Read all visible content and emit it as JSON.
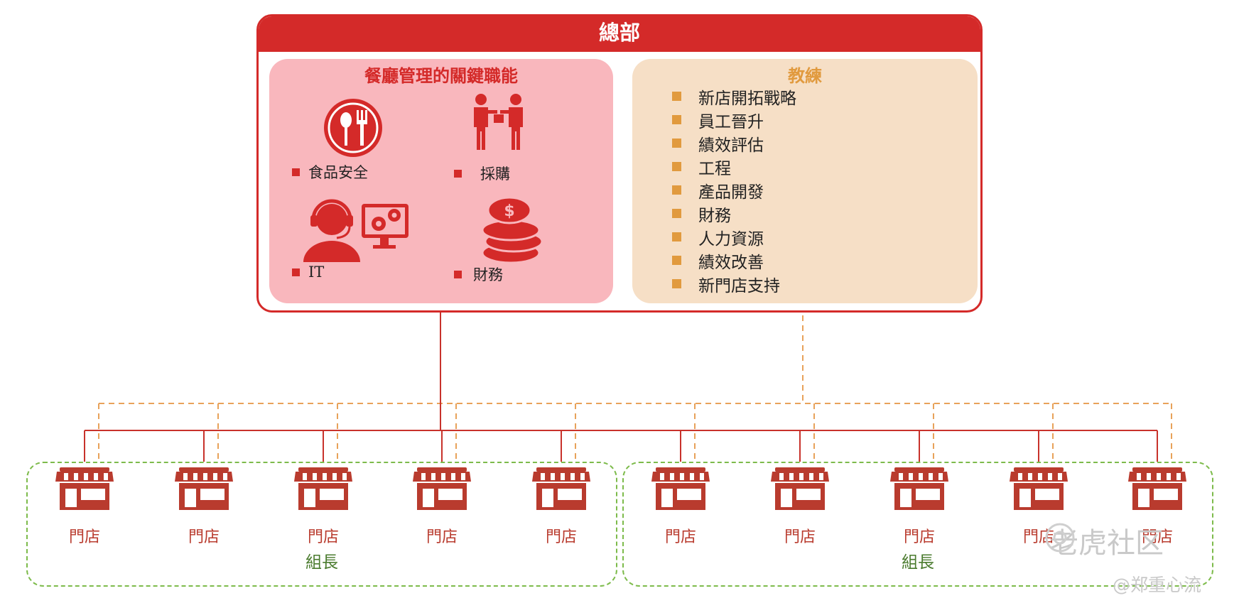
{
  "headquarters": {
    "title": "總部",
    "functions_title": "餐廳管理的關鍵職能",
    "functions": [
      {
        "label": "食品安全",
        "icon": "food-safety-icon"
      },
      {
        "label": "採購",
        "icon": "procurement-icon"
      },
      {
        "label": "IT",
        "icon": "it-support-icon"
      },
      {
        "label": "財務",
        "icon": "finance-coins-icon"
      }
    ],
    "coaching_title": "教練",
    "coaching_items": [
      "新店開拓戰略",
      "員工晉升",
      "績效評估",
      "工程",
      "產品開發",
      "財務",
      "人力資源",
      "績效改善",
      "新門店支持"
    ]
  },
  "groups": [
    {
      "label": "組長",
      "stores": [
        "門店",
        "門店",
        "門店",
        "門店",
        "門店"
      ]
    },
    {
      "label": "組長",
      "stores": [
        "門店",
        "門店",
        "門店",
        "門店",
        "門店"
      ]
    }
  ],
  "watermark": {
    "brand": "老虎社区",
    "author": "@郑重心流"
  },
  "colors": {
    "hq_red": "#d42a29",
    "functions_bg": "#f9b7bd",
    "coaching_bg": "#f6dfc6",
    "coaching_accent": "#e19a3e",
    "store_red": "#b93b2e",
    "group_green": "#7dbb4b"
  }
}
